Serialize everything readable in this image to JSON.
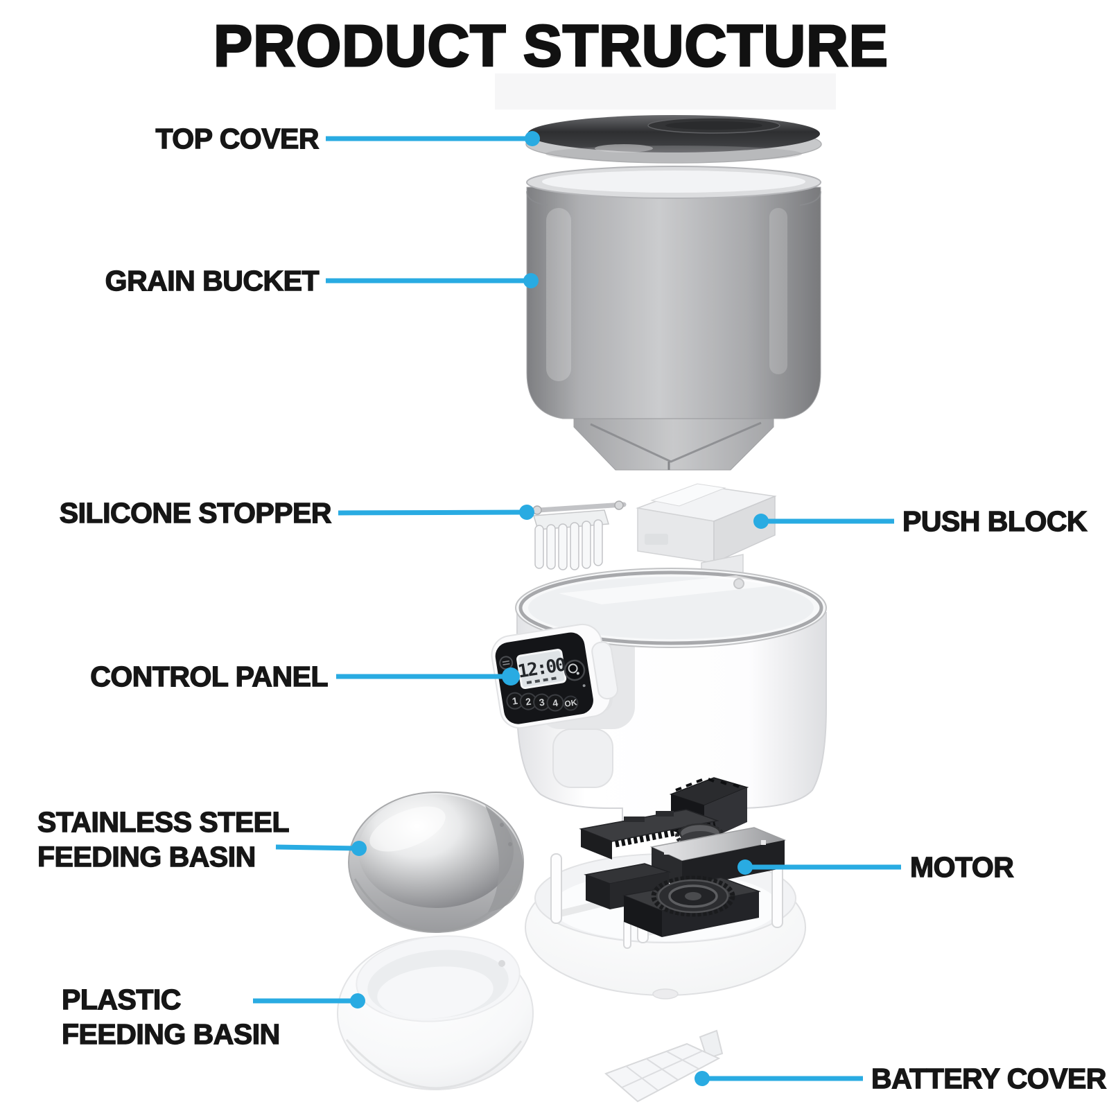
{
  "title": "PRODUCT STRUCTURE",
  "accent_color": "#29ABE2",
  "labels": {
    "top_cover": "TOP COVER",
    "grain_bucket": "GRAIN BUCKET",
    "silicone_stopper": "SILICONE STOPPER",
    "push_block": "PUSH BLOCK",
    "control_panel": "CONTROL PANEL",
    "stainless_basin": [
      "STAINLESS STEEL",
      "FEEDING BASIN"
    ],
    "motor": "MOTOR",
    "plastic_basin": [
      "PLASTIC",
      "FEEDING BASIN"
    ],
    "battery_cover": "BATTERY COVER"
  },
  "control_panel_ui": {
    "time": "12:00",
    "buttons": [
      "1",
      "2",
      "3",
      "4",
      "OK"
    ]
  }
}
